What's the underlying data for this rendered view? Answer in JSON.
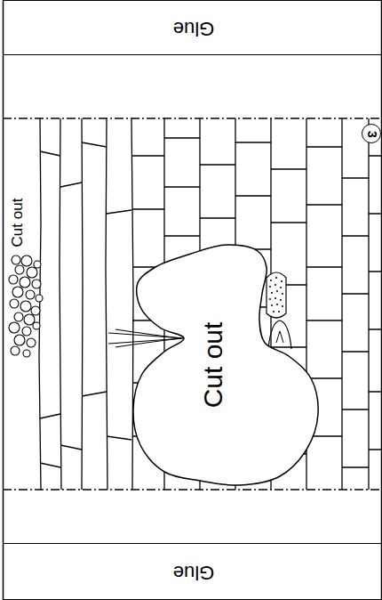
{
  "diagram": {
    "nodes": [
      {
        "text": [
          "Glue"
        ]
      },
      {
        "text": [
          "3"
        ]
      },
      {
        "text": [
          "Cut out"
        ]
      },
      {
        "text": [
          "Glue"
        ]
      }
    ],
    "labels": [
      "Cut out"
    ]
  }
}
